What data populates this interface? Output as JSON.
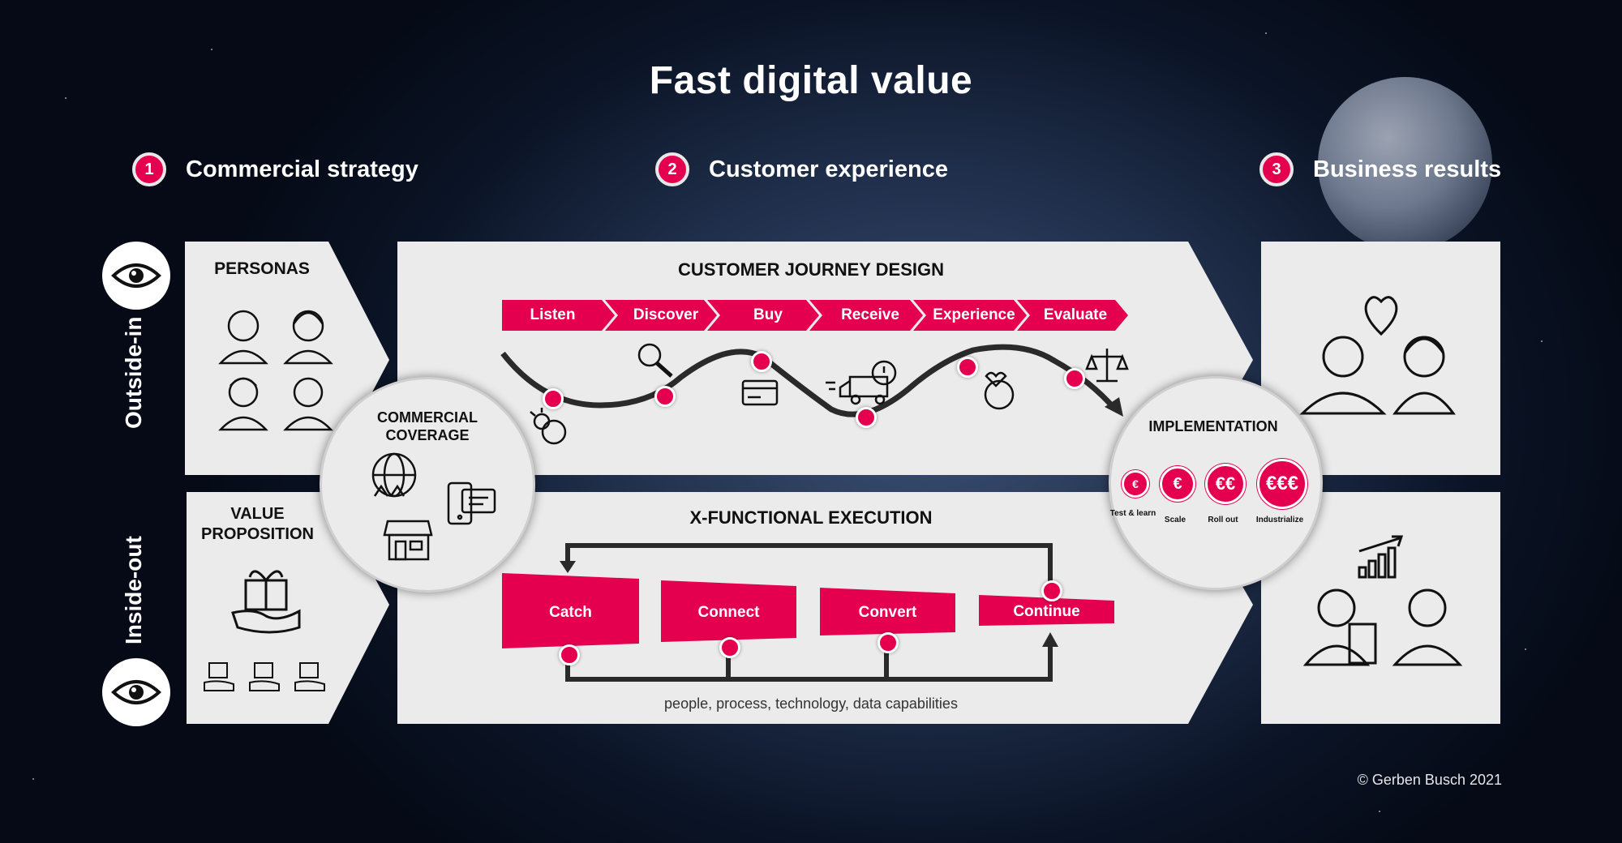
{
  "title": "Fast digital value",
  "headers": [
    {
      "num": "1",
      "label": "Commercial strategy"
    },
    {
      "num": "2",
      "label": "Customer experience"
    },
    {
      "num": "3",
      "label": "Business results"
    }
  ],
  "side_labels": {
    "top": "Outside-in",
    "bottom": "Inside-out"
  },
  "personas": {
    "label": "PERSONAS"
  },
  "value_prop": {
    "label_line1": "VALUE",
    "label_line2": "PROPOSITION"
  },
  "coverage": {
    "label_line1": "COMMERCIAL",
    "label_line2": "COVERAGE"
  },
  "journey": {
    "label": "CUSTOMER JOURNEY DESIGN",
    "steps": [
      "Listen",
      "Discover",
      "Buy",
      "Receive",
      "Experience",
      "Evaluate"
    ]
  },
  "execution": {
    "label": "X-FUNCTIONAL EXECUTION",
    "stages": [
      "Catch",
      "Connect",
      "Convert",
      "Continue"
    ],
    "footer": "people, process, technology, data capabilities"
  },
  "implementation": {
    "label": "IMPLEMENTATION",
    "levels": [
      {
        "symbol": "€",
        "label": "Test & learn"
      },
      {
        "symbol": "€",
        "label": "Scale"
      },
      {
        "symbol": "€€",
        "label": "Roll out"
      },
      {
        "symbol": "€€€",
        "label": "Industrialize"
      }
    ]
  },
  "copyright": "© Gerben Busch 2021",
  "colors": {
    "accent": "#e5004f",
    "panel": "#ebebeb",
    "background": "#0b1426"
  },
  "icons": [
    "eye-icon",
    "persona-icons",
    "gift-icon",
    "globe-people-icon",
    "store-icon",
    "phone-chat-icon",
    "idea-icon",
    "search-icon",
    "card-icon",
    "delivery-truck-icon",
    "face-heart-icon",
    "scales-icon",
    "heart-icon",
    "growth-chart-icon",
    "customer-icons"
  ]
}
